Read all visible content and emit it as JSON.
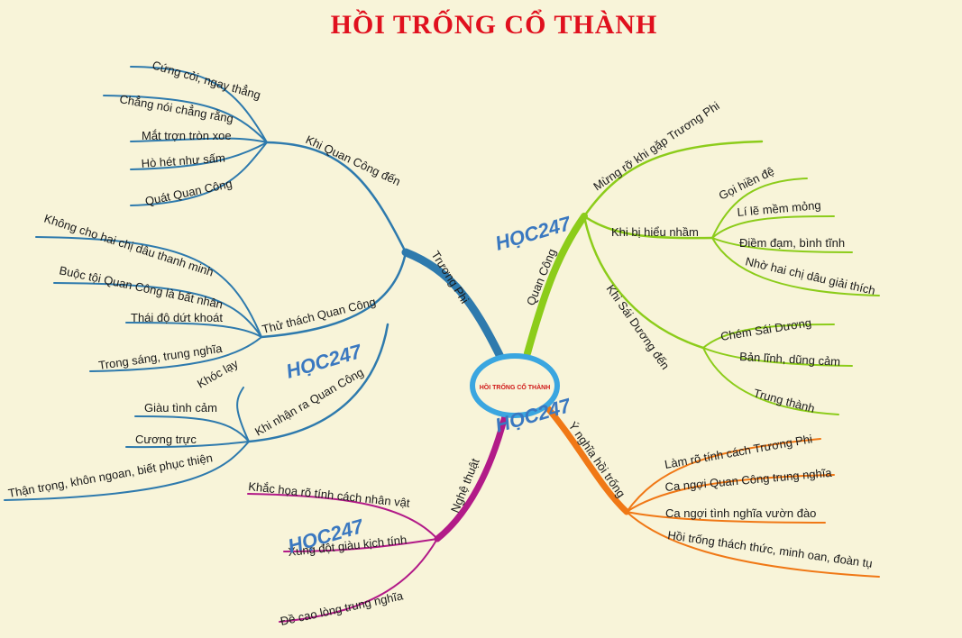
{
  "title": "HỒI TRỐNG CỔ THÀNH",
  "center": "HỒI TRỐNG CỔ THÀNH",
  "watermark": "HỌC247",
  "colors": {
    "truong_phi": "#2e7aad",
    "quan_cong": "#8ccc1a",
    "y_nghia": "#f07816",
    "nghe_thuat": "#b21a88",
    "title": "#e0101e"
  },
  "branches": {
    "truong_phi": {
      "label": "Trương Phi",
      "subs": [
        {
          "label": "Khi Quan Công đến",
          "leaves": [
            "Cứng cỏi, ngay thẳng",
            "Chẳng nói chẳng rằng",
            "Mắt trợn tròn xoe",
            "Hò hét như sấm",
            "Quát Quan Công"
          ]
        },
        {
          "label": "Thử thách Quan Công",
          "leaves": [
            "Không cho hai chị dâu thanh minh",
            "Buộc tội Quan Công là bất nhân",
            "Thái độ dứt khoát",
            "Trong sáng, trung nghĩa"
          ]
        },
        {
          "label": "Khi nhận ra Quan Công",
          "leaves": [
            "Khóc lạy",
            "Giàu tình cảm",
            "Cương trực",
            "Thận trọng, khôn ngoan, biết phục thiện"
          ]
        }
      ]
    },
    "quan_cong": {
      "label": "Quan Công",
      "subs": [
        {
          "label": "Mừng rỡ khi gặp Trương Phi",
          "leaves": []
        },
        {
          "label": "Khi bị hiểu nhầm",
          "leaves": [
            "Gọi hiền đệ",
            "Lí lẽ mềm mỏng",
            "Điềm đạm, bình tĩnh",
            "Nhờ hai chị dâu giải thích"
          ]
        },
        {
          "label": "Khi Sái Dương đến",
          "leaves": [
            "Chém Sái Dương",
            "Bản lĩnh, dũng cảm",
            "Trung thành"
          ]
        }
      ]
    },
    "y_nghia": {
      "label": "Ý nghĩa hồi trống",
      "leaves": [
        "Làm rõ tính cách Trương Phi",
        "Ca ngợi Quan Công trung nghĩa",
        "Ca ngợi tình nghĩa vườn đào",
        "Hồi trống thách thức, minh oan, đoàn tụ"
      ]
    },
    "nghe_thuat": {
      "label": "Nghệ thuật",
      "leaves": [
        "Khắc họa rõ tính cách nhân vật",
        "Xung đột giàu kịch tính",
        "Đề cao lòng trung nghĩa"
      ]
    }
  }
}
